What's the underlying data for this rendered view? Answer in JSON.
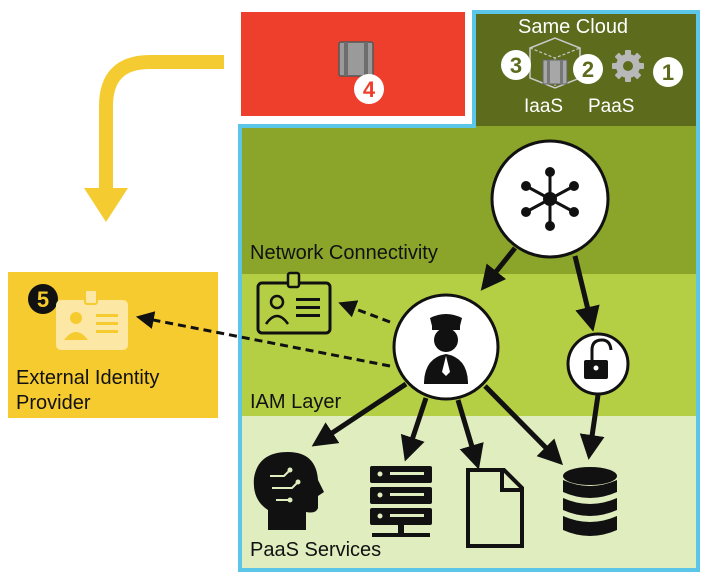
{
  "labels": {
    "same_cloud": "Same Cloud",
    "iaas": "IaaS",
    "paas": "PaaS",
    "network_connectivity": "Network Connectivity",
    "iam_layer": "IAM Layer",
    "paas_services": "PaaS Services",
    "external_idp_line1": "External Identity",
    "external_idp_line2": "Provider"
  },
  "badges": {
    "one": "1",
    "two": "2",
    "three": "3",
    "four": "4",
    "five": "5"
  },
  "colors": {
    "red_box": "#ee3f2d",
    "same_cloud_bg": "#5c6b1c",
    "network_layer": "#8aa52a",
    "iam_layer": "#b5cf45",
    "paas_layer": "#e0edbf",
    "border_blue": "#5bc6e8",
    "yellow": "#f6cb2f",
    "arrow_yellow": "#f4cc31"
  },
  "icons": [
    "server-icon",
    "gear-icon",
    "hub-icon",
    "id-card-icon",
    "police-officer-icon",
    "unlock-icon",
    "ai-head-icon",
    "server-stack-icon",
    "document-icon",
    "database-icon"
  ]
}
